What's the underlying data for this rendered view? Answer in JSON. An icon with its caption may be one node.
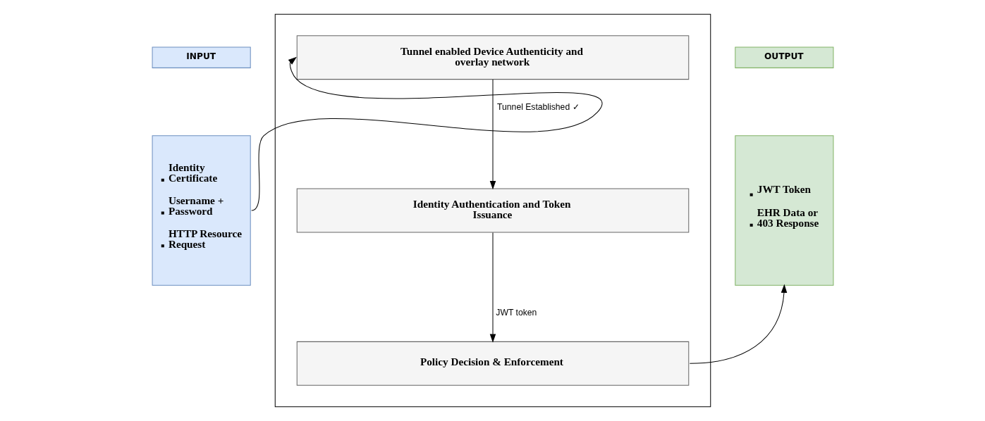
{
  "diagram": {
    "nodes": [
      {
        "text": [
          "INPUT"
        ]
      },
      {
        "text": [
          "Identity Certificate",
          "Username + Password",
          "HTTP Resource Request"
        ]
      },
      {
        "text": [],
        "shape": "box"
      },
      {
        "text": [
          "Tunnel enabled Device Authenticity and overlay network"
        ],
        "in": 2
      },
      {
        "text": [
          "Identity Authentication and Token Issuance"
        ],
        "in": 2
      },
      {
        "text": [
          "Policy Decision & Enforcement"
        ],
        "in": 2
      },
      {
        "text": [
          "OUTPUT"
        ]
      },
      {
        "text": [
          "JWT Token",
          "EHR Data or 403 Response"
        ]
      }
    ],
    "edges": [
      {
        "from": 1,
        "to": 3,
        "arrow": "to"
      },
      {
        "from": 3,
        "to": 4,
        "arrow": "to",
        "label": "Tunnel Established ✓"
      },
      {
        "from": 4,
        "to": 5,
        "arrow": "to",
        "label": "JWT token"
      },
      {
        "from": 5,
        "to": 7,
        "arrow": "to"
      }
    ]
  }
}
